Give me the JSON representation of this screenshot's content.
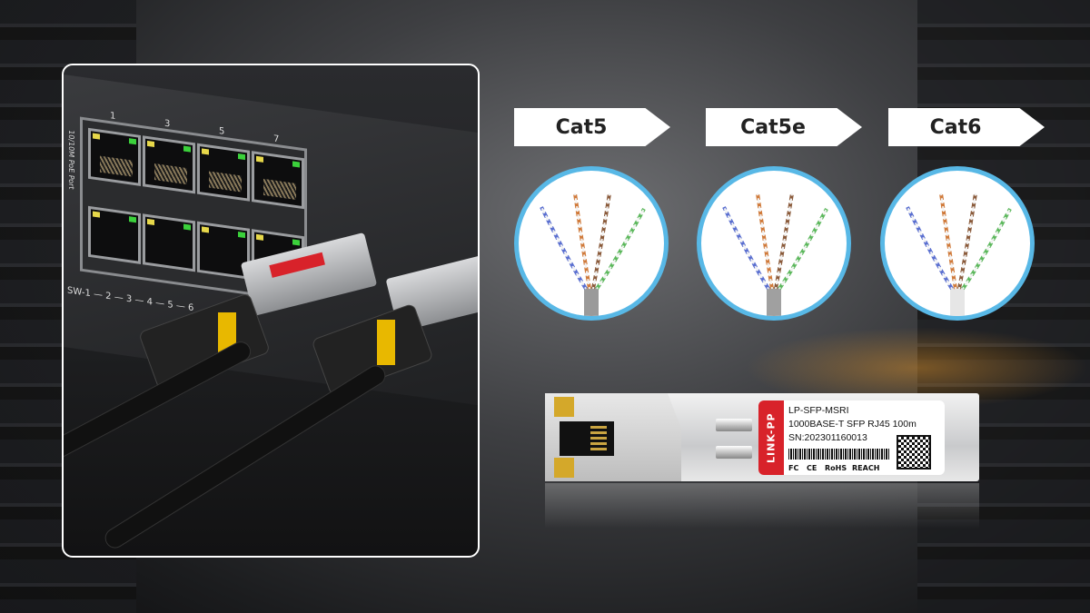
{
  "categories": [
    {
      "label": "Cat5",
      "wire_colors": [
        "#5a6fd0",
        "#d07a3a",
        "#8a5a3a",
        "#5cb85c"
      ],
      "jacket": "#9a9a9a"
    },
    {
      "label": "Cat5e",
      "wire_colors": [
        "#5a6fd0",
        "#d07a3a",
        "#8a5a3a",
        "#5cb85c"
      ],
      "jacket": "#a0a0a0"
    },
    {
      "label": "Cat6",
      "wire_colors": [
        "#5a6fd0",
        "#d07a3a",
        "#8a5a3a",
        "#5cb85c"
      ],
      "jacket": "#e6e6e6"
    }
  ],
  "switch": {
    "port_side_label": "10/10M PoE Port",
    "port_numbers": [
      "1",
      "3",
      "5",
      "7"
    ],
    "sw_label": "SW-1 — 2 — 3 — 4 — 5 — 6"
  },
  "module": {
    "brand": "LINK-PP",
    "model": "LP-SFP-MSRI",
    "description": "1000BASE-T SFP RJ45 100m",
    "serial": "SN:202301160013",
    "certifications": [
      "FC",
      "CE",
      "RoHS",
      "REACH"
    ]
  },
  "colors": {
    "accent_ring": "#58b8e6",
    "brand_red": "#d8222a"
  }
}
